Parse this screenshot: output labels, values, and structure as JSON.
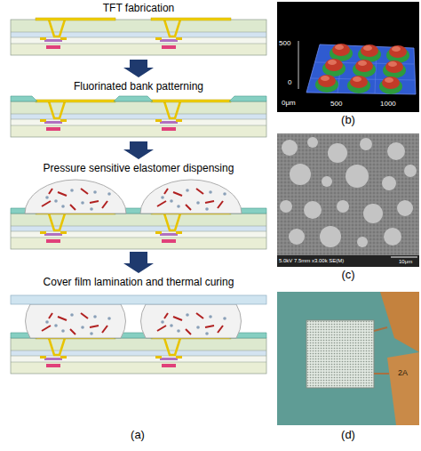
{
  "diagram": {
    "nodes": [
      {
        "text": [
          "TFT fabrication"
        ]
      },
      {
        "text": [
          "Fluorinated bank patterning"
        ]
      },
      {
        "text": [
          "Pressure sensitive elastomer dispensing"
        ]
      },
      {
        "text": [
          "Cover film lamination and thermal curing"
        ]
      }
    ],
    "edges": [
      {
        "from": 0,
        "to": 1,
        "arrow": "to"
      },
      {
        "from": 1,
        "to": 2,
        "arrow": "to"
      },
      {
        "from": 2,
        "to": 3,
        "arrow": "to"
      }
    ],
    "labels": [
      "(a)",
      "(b)",
      "(c)",
      "(d)",
      "500",
      "0",
      "0μm",
      "500",
      "1000",
      "5.0kV 7.5mm x3.00k SE(M)",
      "10μm",
      "2A"
    ]
  }
}
